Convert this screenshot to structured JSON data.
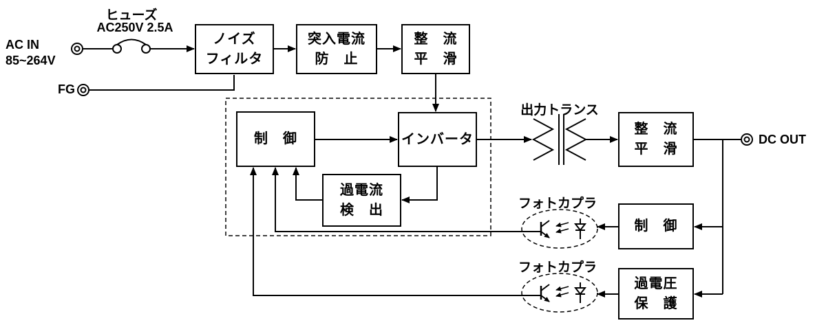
{
  "diagram": {
    "input": {
      "ac_in_label": "AC IN",
      "ac_range_label": "85~264V",
      "fg_label": "FG",
      "fuse_label": "ヒューズ",
      "fuse_rating": "AC250V 2.5A"
    },
    "blocks": {
      "noise_filter": {
        "line1": "ノイズ",
        "line2": "フィルタ"
      },
      "inrush_prevention": {
        "line1": "突入電流",
        "line2": "防　止"
      },
      "rect_smooth_1": {
        "line1": "整　流",
        "line2": "平　滑"
      },
      "control_1": {
        "line1": "制　御"
      },
      "inverter": {
        "line1": "インバータ"
      },
      "overcurrent_detect": {
        "line1": "過電流",
        "line2": "検　出"
      },
      "rect_smooth_2": {
        "line1": "整　流",
        "line2": "平　滑"
      },
      "control_2": {
        "line1": "制　御"
      },
      "overvoltage_protect": {
        "line1": "過電圧",
        "line2": "保　護"
      }
    },
    "labels": {
      "output_transformer": "出力トランス",
      "photocoupler_1": "フォトカプラ",
      "photocoupler_2": "フォトカプラ",
      "dc_out_label": "DC OUT"
    }
  }
}
